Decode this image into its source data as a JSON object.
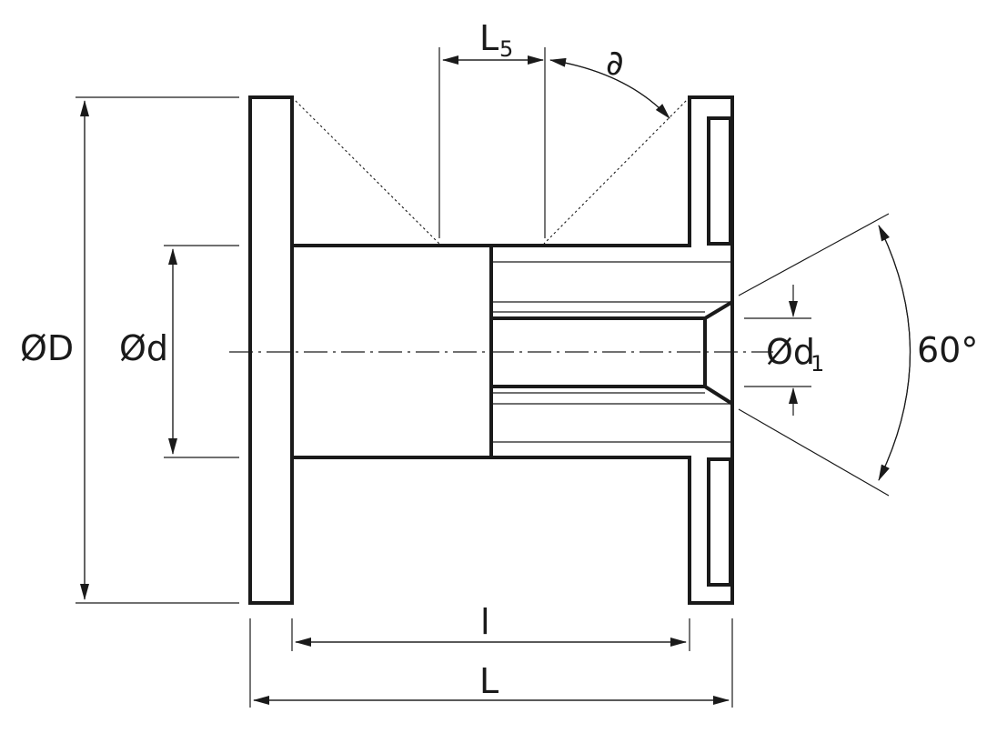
{
  "labels": {
    "outer_diameter": "ØD",
    "core_diameter": "Ød",
    "bore_diameter": "Ød",
    "bore_diameter_sub": "1",
    "angle": "60°",
    "flange_angle": "∂",
    "traverse": "L",
    "traverse_sub": "5",
    "inner_length": "l",
    "total_length": "L"
  },
  "colors": {
    "ink": "#1a1a1a",
    "background": "#ffffff"
  }
}
